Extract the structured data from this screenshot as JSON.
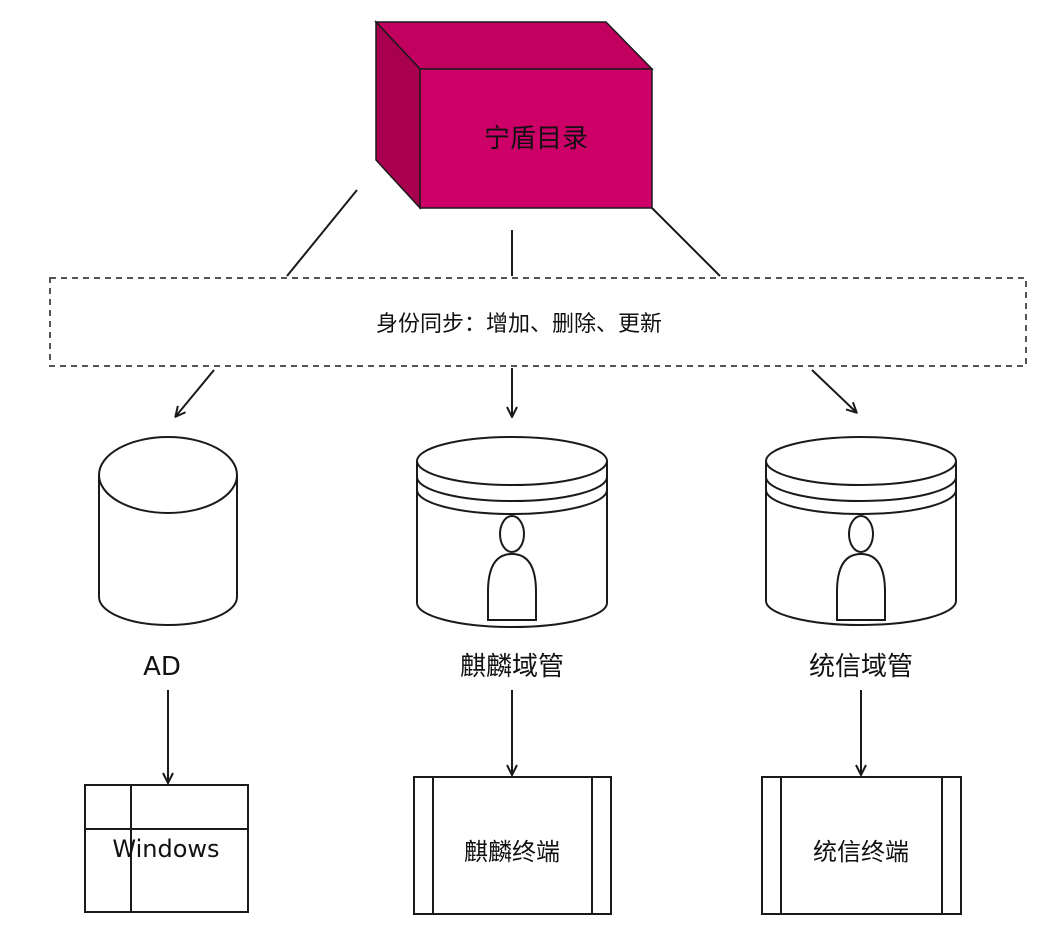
{
  "colors": {
    "box_front": "#cc0066",
    "box_top": "#c2005f",
    "box_side": "#a8004f",
    "stroke": "#1a1a1a",
    "dash_border": "#555555"
  },
  "top_node": {
    "label": "宁盾目录",
    "icon": "3d-box-icon"
  },
  "sync_band": {
    "label": "身份同步：增加、删除、更新"
  },
  "directories": [
    {
      "label": "AD",
      "icon": "database-cylinder-icon"
    },
    {
      "label": "麒麟域管",
      "icon": "user-database-icon"
    },
    {
      "label": "统信域管",
      "icon": "user-database-icon"
    }
  ],
  "endpoints": [
    {
      "label": "Windows",
      "icon": "window-grid-icon"
    },
    {
      "label": "麒麟终端",
      "icon": "process-box-icon"
    },
    {
      "label": "统信终端",
      "icon": "process-box-icon"
    }
  ]
}
